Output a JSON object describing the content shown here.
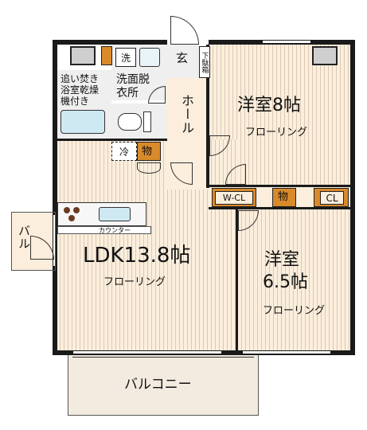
{
  "rooms": {
    "western_8": {
      "title": "洋室8帖",
      "floor": "フローリング"
    },
    "western_6": {
      "title_line1": "洋室",
      "title_line2": "6.5帖",
      "floor": "フローリング"
    },
    "ldk": {
      "title": "LDK13.8帖",
      "floor": "フローリング"
    },
    "hall": {
      "label": "ホール"
    },
    "entrance": {
      "label": "玄"
    },
    "shoe_box": {
      "label": "下駄箱"
    },
    "washer": {
      "label": "洗"
    },
    "washroom": {
      "label": "洗面脱衣所"
    },
    "bathroom": {
      "label": "追い焚き浴室乾燥機付き"
    },
    "fridge": {
      "label": "冷"
    },
    "storage_kitchen": {
      "label": "物"
    },
    "storage_center": {
      "label": "物"
    },
    "wcl": {
      "label": "W-CL"
    },
    "cl": {
      "label": "CL"
    },
    "counter": {
      "label": "カウンター"
    },
    "balcony_side": {
      "label": "バル"
    },
    "balcony_main": {
      "label": "バルコニー"
    }
  }
}
